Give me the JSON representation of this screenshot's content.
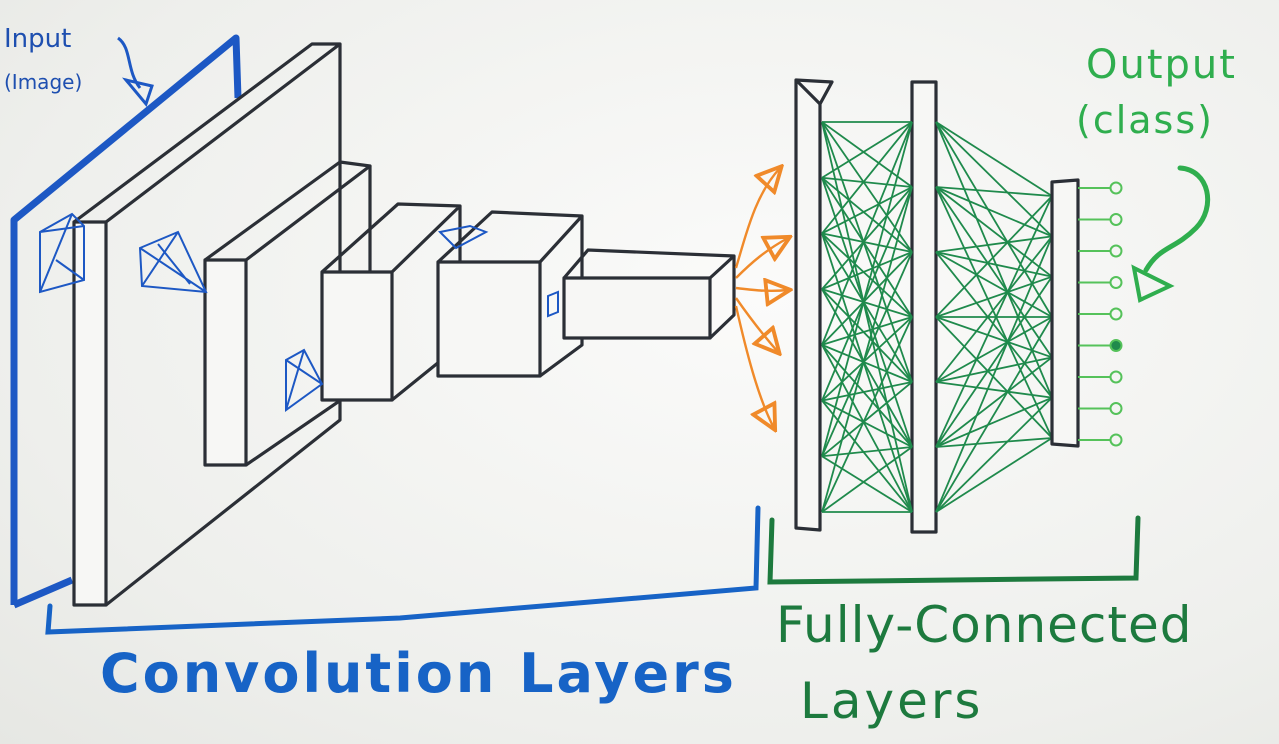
{
  "labels": {
    "input": "Input",
    "image": "(Image)",
    "output": "Output",
    "class": "(class)",
    "convolution": "Convolution Layers",
    "fully_connected_line1": "Fully-Connected",
    "fully_connected_line2": "Layers"
  },
  "colors": {
    "conv_blue": "#1763c6",
    "outline_dark": "#2b2f36",
    "arrow_orange": "#f08a2a",
    "fc_green": "#1f8a4c",
    "output_green": "#55c25a"
  },
  "fc_layers": {
    "layer1_nodes": 8,
    "layer2_nodes": 7,
    "output_nodes": 9,
    "active_output_index": 5
  }
}
